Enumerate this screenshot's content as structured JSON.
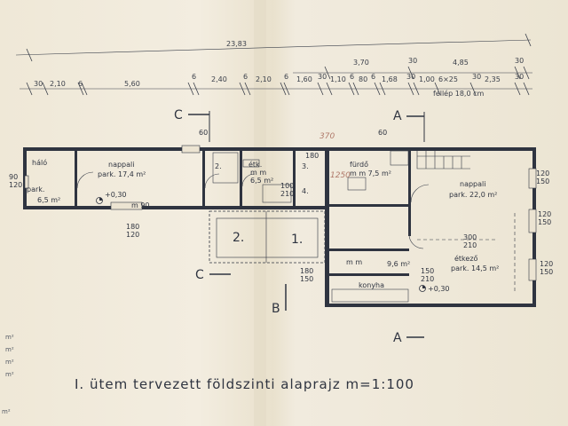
{
  "title": "I. ütem   tervezett   földszinti   alaprajz    m=1:100",
  "overall_dim": "23,83",
  "top_dims": [
    "30",
    "2,10",
    "6",
    "5,60",
    "6",
    "2,40",
    "6",
    "2,10",
    "6",
    "1,60",
    "30",
    "1,10",
    "6",
    "80",
    "6",
    "1,68",
    "30",
    "1,00",
    "6×25",
    "30",
    "2,35",
    "30"
  ],
  "upper_dims": [
    "3,70",
    "30",
    "4,85",
    "30"
  ],
  "stair_note": "fellép 18,0 cm",
  "section_marks": {
    "a": "A",
    "b": "B",
    "c": "C"
  },
  "rooms": {
    "halo": "háló",
    "halo_park": "park.",
    "halo_area": "6,5 m²",
    "nappali1": "nappali",
    "nappali1_area": "park. 17,4 m²",
    "room2": "2.",
    "etk": "étk.",
    "mm": "m m",
    "area65": "6,5 m²",
    "room3": "3.",
    "room4": "4.",
    "furdo": "fürdő",
    "furdo_area": "m m 7,5 m²",
    "nappali2": "nappali",
    "nappali2_area": "park. 22,0 m²",
    "etkezo": "étkező",
    "etkezo_area": "park. 14,5 m²",
    "konyha": "konyha",
    "konyha_area": "9,6 m²",
    "mm2": "m m",
    "big2": "2.",
    "big1": "1."
  },
  "labels": {
    "m90": "m    90",
    "pm030a": "+0,30",
    "pm030b": "+0,30",
    "d180120": "180\n120",
    "d90120": "90\n120",
    "d120150a": "120\n150",
    "d120150b": "120\n150",
    "d120150c": "120\n150",
    "d180150": "180\n150",
    "d150210": "150\n210",
    "d100210": "100\n210",
    "d300210": "300\n210",
    "d60": "60",
    "d60b": "60",
    "d180": "180",
    "hand370": "370",
    "hand1250": "1250"
  },
  "side_units": [
    "m²",
    "m²",
    "m²",
    "m²",
    "m²"
  ]
}
